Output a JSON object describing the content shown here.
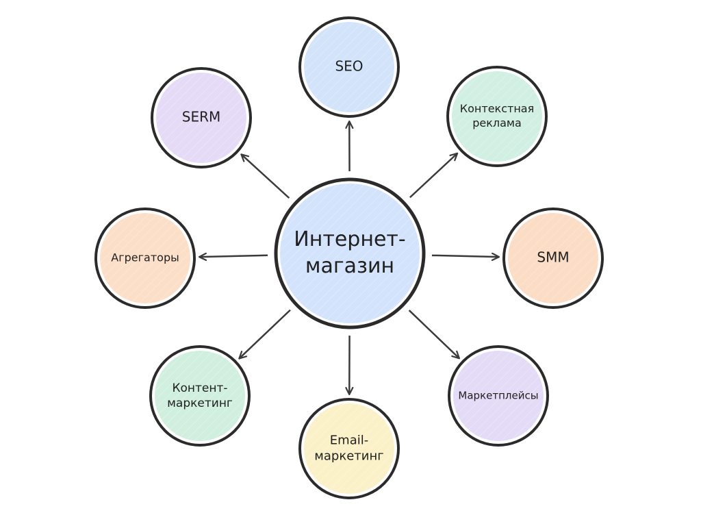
{
  "center": {
    "label_lines": [
      "Интернет-",
      "магазин"
    ],
    "color": "#cfe0fb"
  },
  "nodes": [
    {
      "id": "seo",
      "label_lines": [
        "SEO"
      ],
      "color": "#cfe2fa"
    },
    {
      "id": "context-ads",
      "label_lines": [
        "Контекстная",
        "реклама"
      ],
      "color": "#cdeee0"
    },
    {
      "id": "smm",
      "label_lines": [
        "SMM"
      ],
      "color": "#fbd9bf"
    },
    {
      "id": "marketplaces",
      "label_lines": [
        "Маркетплейсы"
      ],
      "color": "#e2d8f6"
    },
    {
      "id": "email-marketing",
      "label_lines": [
        "Email-",
        "маркетинг"
      ],
      "color": "#fbf0c2"
    },
    {
      "id": "content-marketing",
      "label_lines": [
        "Контент-",
        "маркетинг"
      ],
      "color": "#cdeedb"
    },
    {
      "id": "aggregators",
      "label_lines": [
        "Агрегаторы"
      ],
      "color": "#fbdcc3"
    },
    {
      "id": "serm",
      "label_lines": [
        "SERM"
      ],
      "color": "#e3d8f7"
    }
  ],
  "stroke_color": "#2b2b2b",
  "arrow_color": "#3a3a3a"
}
